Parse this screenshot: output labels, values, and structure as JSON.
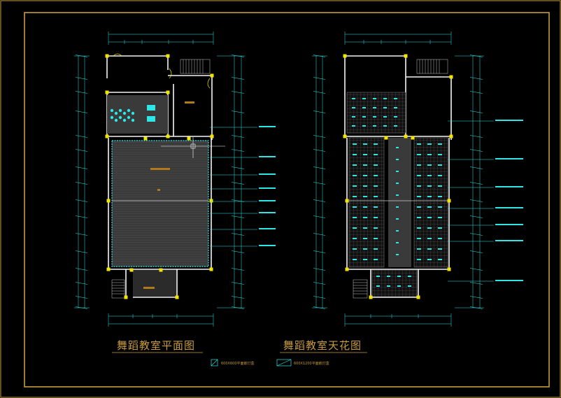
{
  "drawing": {
    "plan_title": "舞蹈教室平面图",
    "ceiling_title": "舞蹈教室天花图",
    "legend": [
      {
        "label": "600X600平面嵌灯盒"
      },
      {
        "label": "600X1200平面嵌灯盒"
      }
    ]
  },
  "colors": {
    "background": "#000000",
    "frame": "#c89b3c",
    "wall": "#f5f5f5",
    "column": "#f2e500",
    "dimension": "#2ee6e6",
    "floor": "#3c3c3c",
    "ceiling_grid": "#707070",
    "light": "#2ee6e6",
    "gray_strip": "#3a3a3a"
  }
}
